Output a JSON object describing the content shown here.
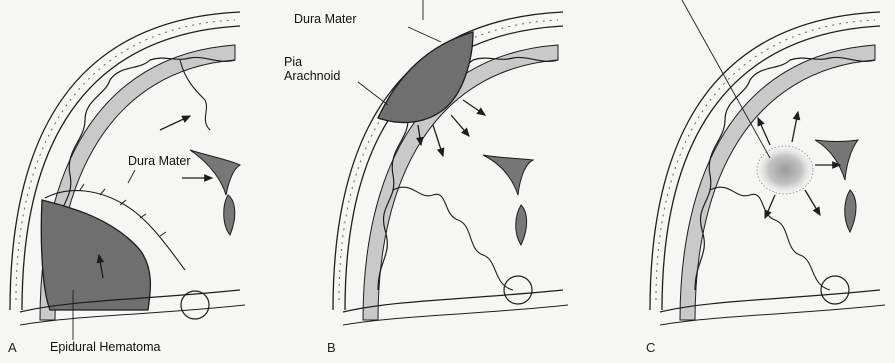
{
  "panels": [
    {
      "letter": "A"
    },
    {
      "letter": "B"
    },
    {
      "letter": "C"
    }
  ],
  "labels": {
    "a_dura_mater": "Dura Mater",
    "a_epidural_hematoma": "Epidural Hematoma",
    "b_dura_mater": "Dura Mater",
    "b_pia": "Pia",
    "b_arachnoid": "Arachnoid"
  },
  "colors": {
    "hematoma": "#6f6f6f",
    "cortex_gray": "#c9c9c9",
    "ink": "#1d1d1d",
    "background": "#f6f6f4"
  }
}
